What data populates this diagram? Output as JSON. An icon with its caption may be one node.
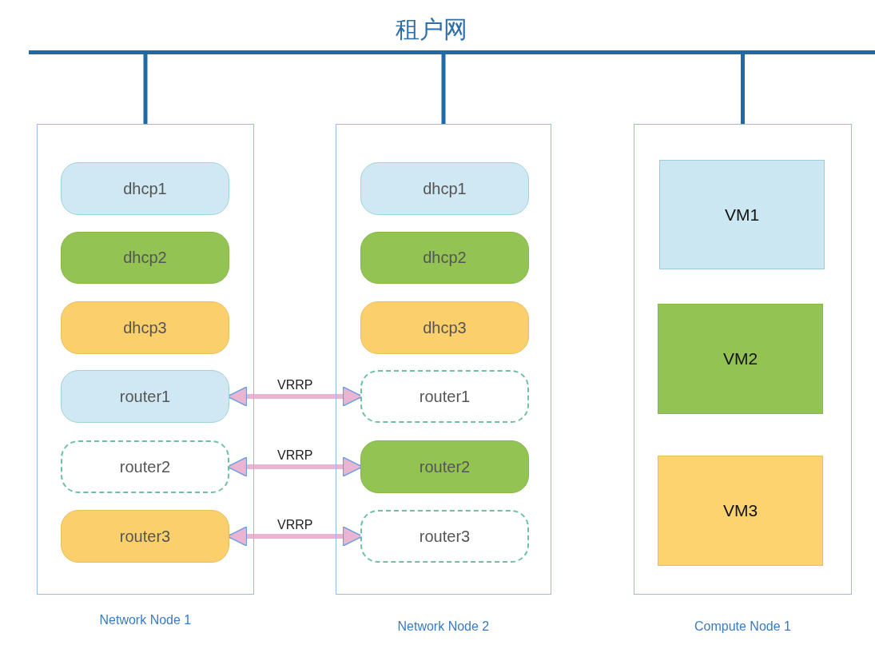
{
  "diagram": {
    "nodes": [
      {
        "text": [
          "租户网"
        ]
      },
      {
        "text": [
          "Network Node 1"
        ]
      },
      {
        "text": [
          "dhcp1"
        ],
        "in": 1
      },
      {
        "text": [
          "dhcp2"
        ],
        "in": 1
      },
      {
        "text": [
          "dhcp3"
        ],
        "in": 1
      },
      {
        "text": [
          "router1"
        ],
        "in": 1
      },
      {
        "text": [
          "router2"
        ],
        "in": 1
      },
      {
        "text": [
          "router3"
        ],
        "in": 1
      },
      {
        "text": [
          "Network Node 2"
        ]
      },
      {
        "text": [
          "dhcp1"
        ],
        "in": 8
      },
      {
        "text": [
          "dhcp2"
        ],
        "in": 8
      },
      {
        "text": [
          "dhcp3"
        ],
        "in": 8
      },
      {
        "text": [
          "router1"
        ],
        "in": 8
      },
      {
        "text": [
          "router2"
        ],
        "in": 8
      },
      {
        "text": [
          "router3"
        ],
        "in": 8
      },
      {
        "text": [
          "Compute Node 1"
        ]
      },
      {
        "text": [
          "VM1"
        ],
        "in": 15
      },
      {
        "text": [
          "VM2"
        ],
        "in": 15
      },
      {
        "text": [
          "VM3"
        ],
        "in": 15
      }
    ],
    "edges": [
      {
        "from": 0,
        "to": 1,
        "arrow": "none"
      },
      {
        "from": 0,
        "to": 8,
        "arrow": "none"
      },
      {
        "from": 0,
        "to": 15,
        "arrow": "none"
      },
      {
        "from": 5,
        "to": 12,
        "arrow": "both",
        "label": "VRRP",
        "color": "#e9b5d3"
      },
      {
        "from": 6,
        "to": 13,
        "arrow": "both",
        "label": "VRRP",
        "color": "#e9b5d3"
      },
      {
        "from": 7,
        "to": 14,
        "arrow": "both",
        "label": "VRRP",
        "color": "#e9b5d3"
      }
    ]
  }
}
